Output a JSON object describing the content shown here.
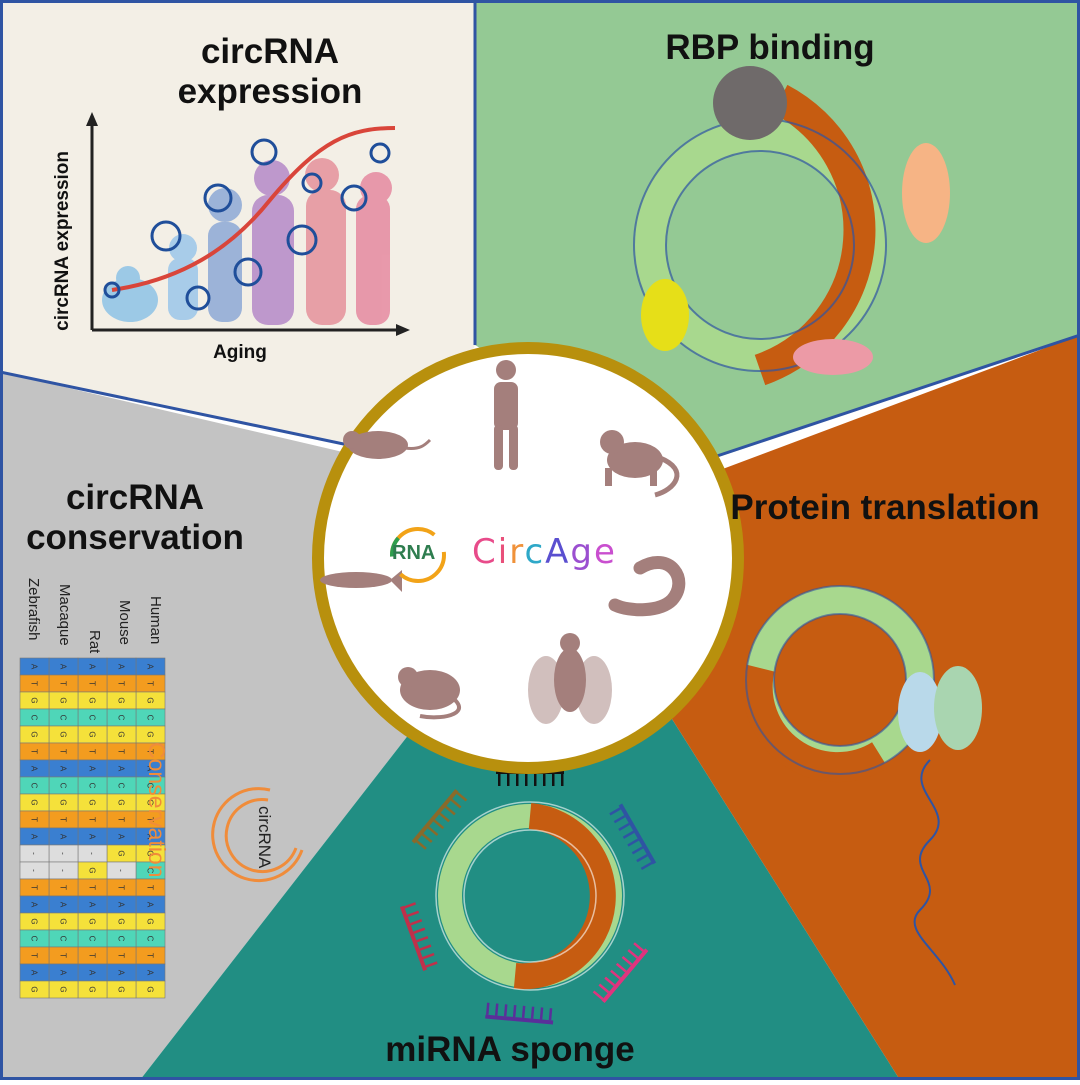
{
  "panels": {
    "expression_title": "circRNA expression",
    "rbp_title": "RBP binding",
    "protein_title": "Protein translation",
    "conservation_title": "circRNA conservation",
    "mirna_title": "miRNA sponge"
  },
  "expression_plot": {
    "xlabel": "Aging",
    "ylabel": "circRNA expression"
  },
  "conservation": {
    "species": [
      "Human",
      "Mouse",
      "Rat",
      "Macaque",
      "Zebrafish"
    ],
    "label": "Conservation",
    "circ_label": "circRNA",
    "rows": [
      [
        "A",
        "A",
        "A",
        "A",
        "A"
      ],
      [
        "T",
        "T",
        "T",
        "T",
        "T"
      ],
      [
        "G",
        "G",
        "G",
        "G",
        "G"
      ],
      [
        "C",
        "C",
        "C",
        "C",
        "C"
      ],
      [
        "G",
        "G",
        "G",
        "G",
        "G"
      ],
      [
        "T",
        "T",
        "T",
        "T",
        "T"
      ],
      [
        "A",
        "A",
        "A",
        "A",
        "A"
      ],
      [
        "C",
        "C",
        "C",
        "C",
        "C"
      ],
      [
        "G",
        "G",
        "G",
        "G",
        "G"
      ],
      [
        "T",
        "T",
        "T",
        "T",
        "T"
      ],
      [
        "A",
        "A",
        "A",
        "A",
        "A"
      ],
      [
        "G",
        "G",
        "-",
        "-",
        "-"
      ],
      [
        "C",
        "-",
        "G",
        "-",
        "-"
      ],
      [
        "T",
        "T",
        "T",
        "T",
        "T"
      ],
      [
        "A",
        "A",
        "A",
        "A",
        "A"
      ],
      [
        "G",
        "G",
        "G",
        "G",
        "G"
      ],
      [
        "C",
        "C",
        "C",
        "C",
        "C"
      ],
      [
        "T",
        "T",
        "T",
        "T",
        "T"
      ],
      [
        "A",
        "A",
        "A",
        "A",
        "A"
      ],
      [
        "G",
        "G",
        "G",
        "G",
        "G"
      ]
    ]
  },
  "logo": {
    "rna": "RNA",
    "name_letters": [
      "C",
      "i",
      "r",
      "c",
      "A",
      "g",
      "e"
    ]
  },
  "colors": {
    "expression_bg": "#f3efe6",
    "rbp_bg": "#94c994",
    "protein_bg": "#c65c11",
    "mirna_bg": "#218e83",
    "conservation_bg": "#c3c3c3",
    "border": "#2f54a3",
    "ring_gold": "#b8900d",
    "light_green": "#a8d88e",
    "orange": "#c65c11",
    "base_A": "#3a7fd0",
    "base_T": "#f39c1f",
    "base_G": "#f5e13a",
    "base_C": "#4fd6b8",
    "base_gap": "#dddddd"
  }
}
